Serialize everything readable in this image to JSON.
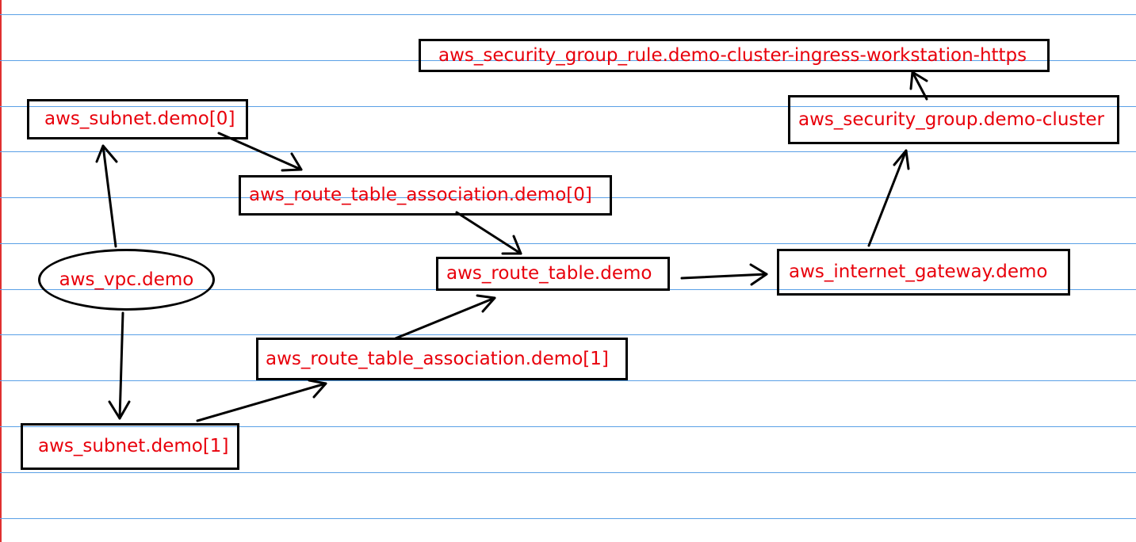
{
  "diagram": {
    "nodes": {
      "vpc": {
        "label": "aws_vpc.demo",
        "shape": "ellipse"
      },
      "subnet0": {
        "label": "aws_subnet.demo[0]",
        "shape": "box"
      },
      "subnet1": {
        "label": "aws_subnet.demo[1]",
        "shape": "box"
      },
      "rta0": {
        "label": "aws_route_table_association.demo[0]",
        "shape": "box"
      },
      "rta1": {
        "label": "aws_route_table_association.demo[1]",
        "shape": "box"
      },
      "route_table": {
        "label": "aws_route_table.demo",
        "shape": "box"
      },
      "igw": {
        "label": "aws_internet_gateway.demo",
        "shape": "box"
      },
      "sg": {
        "label": "aws_security_group.demo-cluster",
        "shape": "box"
      },
      "sg_rule": {
        "label": "aws_security_group_rule.demo-cluster-ingress-workstation-https",
        "shape": "box"
      }
    },
    "edges": [
      {
        "from": "vpc",
        "to": "subnet0"
      },
      {
        "from": "vpc",
        "to": "subnet1"
      },
      {
        "from": "subnet0",
        "to": "rta0"
      },
      {
        "from": "subnet1",
        "to": "rta1"
      },
      {
        "from": "rta0",
        "to": "route_table"
      },
      {
        "from": "rta1",
        "to": "route_table"
      },
      {
        "from": "route_table",
        "to": "igw"
      },
      {
        "from": "igw",
        "to": "sg"
      },
      {
        "from": "sg",
        "to": "sg_rule"
      }
    ],
    "colors": {
      "label_text": "#e8000b",
      "node_border": "#000000",
      "ruled_line": "#5aa0e6",
      "margin_line": "#e03030"
    }
  }
}
